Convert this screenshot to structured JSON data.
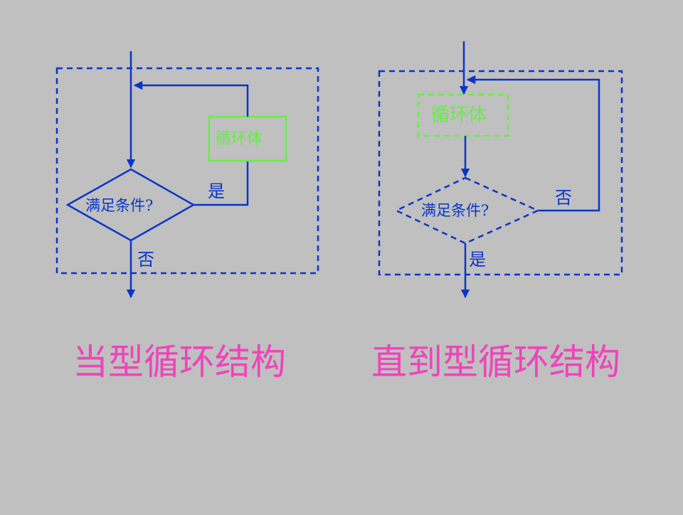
{
  "colors": {
    "background": "#c0c0c0",
    "flow": "#0a35c8",
    "body_box": "#66ee44",
    "caption": "#ee44bb"
  },
  "left_diagram": {
    "body_label": "循环体",
    "condition_label": "满足条件?",
    "yes_label": "是",
    "no_label": "否",
    "caption": "当型循环结构"
  },
  "right_diagram": {
    "body_label": "循环体",
    "condition_label": "满足条件?",
    "yes_label": "是",
    "no_label": "否",
    "caption": "直到型循环结构"
  }
}
